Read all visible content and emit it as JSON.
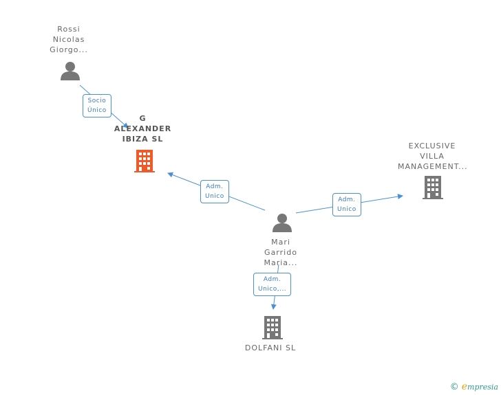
{
  "nodes": {
    "rossi": {
      "lines": [
        "Rossi",
        "Nicolas",
        "Giorgo..."
      ]
    },
    "g_alexander": {
      "lines": [
        "G",
        "ALEXANDER",
        "IBIZA SL"
      ]
    },
    "exclusive": {
      "lines": [
        "EXCLUSIVE",
        "VILLA",
        "MANAGEMENT..."
      ]
    },
    "mari": {
      "lines": [
        "Mari",
        "Garrido",
        "Maria..."
      ]
    },
    "dolfani": {
      "lines": [
        "DOLFANI SL"
      ]
    }
  },
  "edges": {
    "rossi_to_g": {
      "lines": [
        "Socio",
        "Único"
      ]
    },
    "mari_to_g": {
      "lines": [
        "Adm.",
        "Unico"
      ]
    },
    "mari_to_exclusive": {
      "lines": [
        "Adm.",
        "Unico"
      ]
    },
    "mari_to_dolfani": {
      "lines": [
        "Adm.",
        "Unico,..."
      ]
    }
  },
  "footer": {
    "copyright": "©",
    "brand_e": "e",
    "brand_rest": "mpresia"
  },
  "colors": {
    "person": "#777777",
    "company": "#777777",
    "company_highlight": "#f05a28",
    "edge": "#4a90d9"
  },
  "icons": {
    "person": "person-icon",
    "company": "building-icon"
  }
}
